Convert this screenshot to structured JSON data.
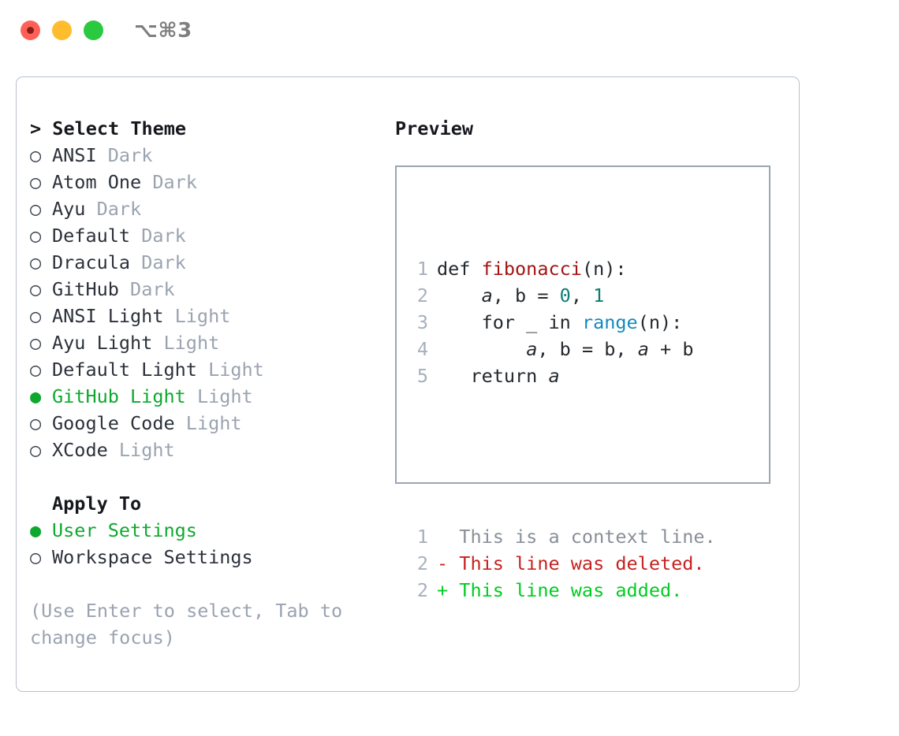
{
  "window": {
    "shortcut": "⌥⌘3",
    "traffic_lights": [
      {
        "name": "close",
        "color": "#ff6159"
      },
      {
        "name": "minimize",
        "color": "#ffbd2e"
      },
      {
        "name": "zoom",
        "color": "#2ac940"
      }
    ]
  },
  "theme_picker": {
    "title": "> Select Theme",
    "marker_selected": "●",
    "marker_unselected": "○",
    "items": [
      {
        "name": "ANSI",
        "variant": "Dark",
        "selected": false
      },
      {
        "name": "Atom One",
        "variant": "Dark",
        "selected": false
      },
      {
        "name": "Ayu",
        "variant": "Dark",
        "selected": false
      },
      {
        "name": "Default",
        "variant": "Dark",
        "selected": false
      },
      {
        "name": "Dracula",
        "variant": "Dark",
        "selected": false
      },
      {
        "name": "GitHub",
        "variant": "Dark",
        "selected": false
      },
      {
        "name": "ANSI Light",
        "variant": "Light",
        "selected": false
      },
      {
        "name": "Ayu Light",
        "variant": "Light",
        "selected": false
      },
      {
        "name": "Default Light",
        "variant": "Light",
        "selected": false
      },
      {
        "name": "GitHub Light",
        "variant": "Light",
        "selected": true
      },
      {
        "name": "Google Code",
        "variant": "Light",
        "selected": false
      },
      {
        "name": "XCode",
        "variant": "Light",
        "selected": false
      }
    ]
  },
  "apply_to": {
    "title": "Apply To",
    "items": [
      {
        "name": "User Settings",
        "selected": true
      },
      {
        "name": "Workspace Settings",
        "selected": false
      }
    ]
  },
  "hint": "(Use Enter to select, Tab to change focus)",
  "preview": {
    "title": "Preview",
    "code_lines": [
      {
        "num": "1",
        "tokens": [
          {
            "text": "def ",
            "type": "plain"
          },
          {
            "text": "fibonacci",
            "type": "fn"
          },
          {
            "text": "(n):",
            "type": "plain"
          }
        ]
      },
      {
        "num": "2",
        "tokens": [
          {
            "text": "    ",
            "type": "plain"
          },
          {
            "text": "a",
            "type": "var"
          },
          {
            "text": ", ",
            "type": "plain"
          },
          {
            "text": "b",
            "type": "plain"
          },
          {
            "text": " = ",
            "type": "plain"
          },
          {
            "text": "0",
            "type": "num"
          },
          {
            "text": ", ",
            "type": "plain"
          },
          {
            "text": "1",
            "type": "num"
          }
        ]
      },
      {
        "num": "3",
        "tokens": [
          {
            "text": "    for _ in ",
            "type": "plain"
          },
          {
            "text": "range",
            "type": "kwfn"
          },
          {
            "text": "(n):",
            "type": "plain"
          }
        ]
      },
      {
        "num": "4",
        "tokens": [
          {
            "text": "        ",
            "type": "plain"
          },
          {
            "text": "a",
            "type": "var"
          },
          {
            "text": ", ",
            "type": "plain"
          },
          {
            "text": "b",
            "type": "plain"
          },
          {
            "text": " = ",
            "type": "plain"
          },
          {
            "text": "b",
            "type": "plain"
          },
          {
            "text": ", ",
            "type": "plain"
          },
          {
            "text": "a",
            "type": "var"
          },
          {
            "text": " + ",
            "type": "plain"
          },
          {
            "text": "b",
            "type": "plain"
          }
        ]
      },
      {
        "num": "5",
        "tokens": [
          {
            "text": "   return ",
            "type": "plain"
          },
          {
            "text": "a",
            "type": "var"
          }
        ]
      }
    ],
    "diff_lines": [
      {
        "num": "1",
        "text": "  This is a context line.",
        "type": "ctx"
      },
      {
        "num": "2",
        "text": "- This line was deleted.",
        "type": "del"
      },
      {
        "num": "2",
        "text": "+ This line was added.",
        "type": "add"
      }
    ]
  },
  "colors": {
    "accent_green": "#0fa82f",
    "muted": "#9aa3b0",
    "text": "#2c313a",
    "panel_border": "#b9c1cc",
    "preview_border": "#9ba5b4",
    "fn": "#a31515",
    "number": "#0c7c77",
    "builtin": "#1389c0",
    "diff_add": "#00cc22",
    "diff_del": "#c5221f",
    "line_number": "#a7b0bc"
  }
}
